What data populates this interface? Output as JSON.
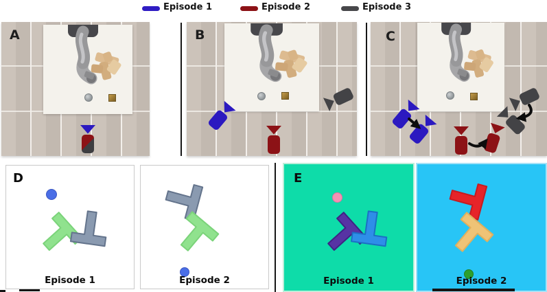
{
  "legend": {
    "items": [
      {
        "label": "Episode 1",
        "color": "#2f1cc3"
      },
      {
        "label": "Episode 2",
        "color": "#8c1216"
      },
      {
        "label": "Episode 3",
        "color": "#47474a"
      }
    ]
  },
  "panels": {
    "a": {
      "letter": "A"
    },
    "b": {
      "letter": "B"
    },
    "c": {
      "letter": "C"
    },
    "d": {
      "letter": "D",
      "captions": [
        "Episode 1",
        "Episode 2"
      ]
    },
    "e": {
      "letter": "E",
      "captions": [
        "Episode 1",
        "Episode 2"
      ]
    }
  },
  "icons": {
    "camera": "top-view camera: triangle view-cone + rounded rectangle body",
    "move_arrow": "black curved arrow showing camera displacement",
    "episode_swatch": "rounded color bar"
  },
  "colors": {
    "episode1_blue": "#2f1cc3",
    "episode2_red": "#8c1216",
    "episode3_gray": "#47474a",
    "d_t_block_gray": "#8a9ab0",
    "d_t_block_green": "#90e28e",
    "d_target_dot_blue": "#4a6ee6",
    "e1_background": "#0edca9",
    "e1_t_block_purple": "#5733a4",
    "e1_t_block_blue": "#2e8ee8",
    "e1_target_dot_pink": "#f492b4",
    "e2_background": "#28c5f6",
    "e2_t_block_red": "#e62429",
    "e2_t_block_orange": "#efc376",
    "e2_target_dot_green": "#2da02d",
    "table": "#f4f2ec",
    "wood_floor": "#c6bdb4"
  }
}
